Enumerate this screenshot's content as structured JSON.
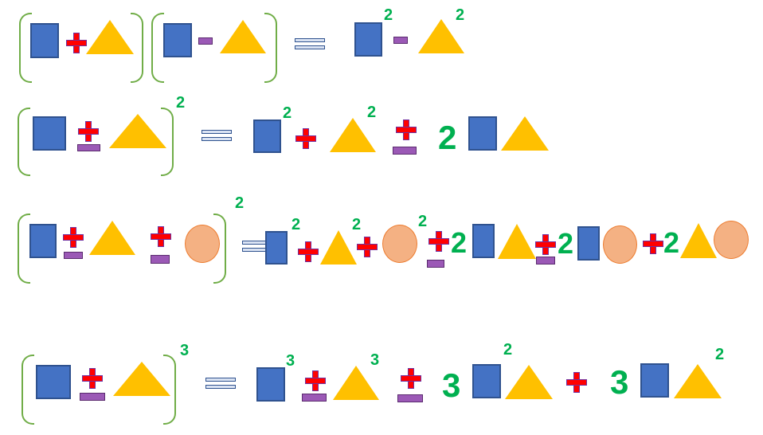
{
  "colors": {
    "square": "#4472c4",
    "square_border": "#2f528f",
    "triangle": "#ffc000",
    "triangle_border": "#2f528f",
    "circle": "#f4b183",
    "circle_border": "#ed7d31",
    "plus": "#ff0000",
    "plus_border": "#7030a0",
    "minus": "#9b59b6",
    "minus_border": "#5b2c6f",
    "equals": "#dae3f3",
    "equals_border": "#2f528f",
    "paren": "#70ad47",
    "green_text": "#00b050"
  },
  "formulas": [
    {
      "name": "difference-of-squares",
      "exponents": [
        "2",
        "2"
      ]
    },
    {
      "name": "square-of-binomial",
      "exponents": [
        "2",
        "2",
        "2"
      ],
      "coefficients": [
        "2"
      ]
    },
    {
      "name": "square-of-trinomial",
      "exponents": [
        "2",
        "2",
        "2",
        "2"
      ],
      "coefficients": [
        "2",
        "2",
        "2"
      ]
    },
    {
      "name": "cube-of-binomial",
      "exponents": [
        "3",
        "3",
        "3",
        "2",
        "2"
      ],
      "coefficients": [
        "3",
        "3"
      ]
    }
  ]
}
